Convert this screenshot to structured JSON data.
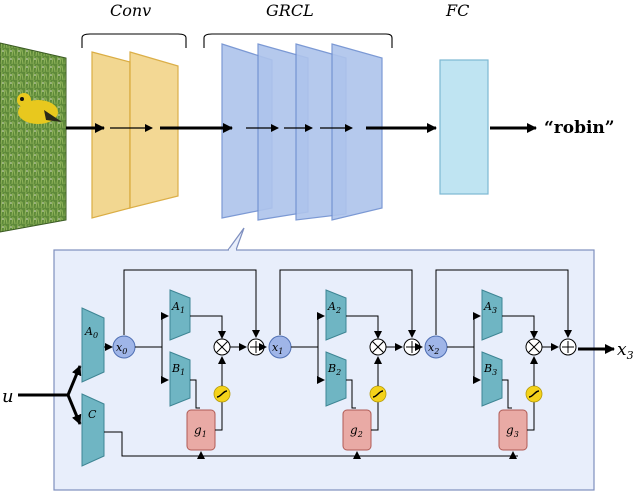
{
  "top": {
    "conv_label": "Conv",
    "grcl_label": "GRCL",
    "fc_label": "FC",
    "output_label": "“robin”"
  },
  "bottom": {
    "input_label": "u",
    "output_label": "x",
    "output_sub": "3",
    "A0": "A",
    "A0_sub": "0",
    "C": "C",
    "stages": [
      {
        "x": "x",
        "x_sub": "0",
        "A": "A",
        "A_sub": "1",
        "B": "B",
        "B_sub": "1",
        "g": "g",
        "g_sub": "1"
      },
      {
        "x": "x",
        "x_sub": "1",
        "A": "A",
        "A_sub": "2",
        "B": "B",
        "B_sub": "2",
        "g": "g",
        "g_sub": "2"
      },
      {
        "x": "x",
        "x_sub": "2",
        "A": "A",
        "A_sub": "3",
        "B": "B",
        "B_sub": "3",
        "g": "g",
        "g_sub": "3"
      }
    ],
    "times_symbol": "⊗",
    "plus_symbol": "⊕"
  },
  "colors": {
    "conv_fill": "#f2d58c",
    "conv_stroke": "#d9a93a",
    "grcl_fill": "#aec4ec",
    "grcl_stroke": "#6e8fd0",
    "fc_fill": "#bfe4f2",
    "fc_stroke": "#7db8d3",
    "panel_fill": "#e8eefb",
    "panel_stroke": "#7e8fbf",
    "teal": "#6fb5c3",
    "x_node": "#9fb5e8",
    "gate_fill": "#e9aaa5",
    "gate_stroke": "#b05b55",
    "sigmoid": "#f4d21a"
  }
}
